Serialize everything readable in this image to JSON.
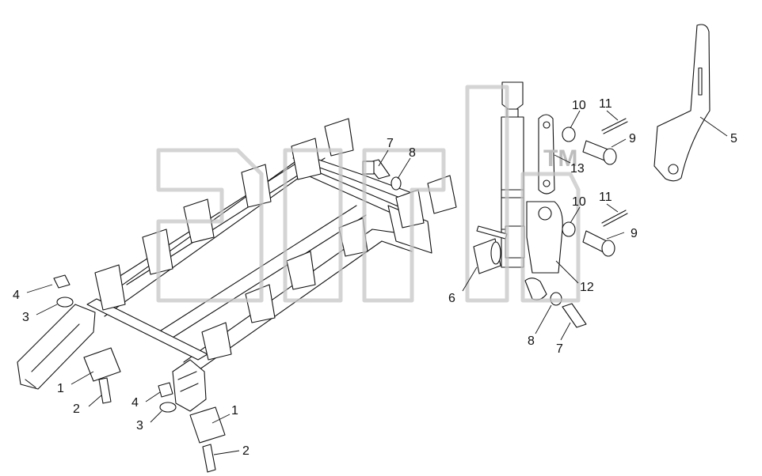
{
  "watermark": {
    "tm": "TM"
  },
  "callouts": [
    {
      "id": "c1a",
      "label": "1"
    },
    {
      "id": "c1b",
      "label": "1"
    },
    {
      "id": "c2a",
      "label": "2"
    },
    {
      "id": "c2b",
      "label": "2"
    },
    {
      "id": "c3a",
      "label": "3"
    },
    {
      "id": "c3b",
      "label": "3"
    },
    {
      "id": "c4a",
      "label": "4"
    },
    {
      "id": "c4b",
      "label": "4"
    },
    {
      "id": "c5",
      "label": "5"
    },
    {
      "id": "c6",
      "label": "6"
    },
    {
      "id": "c7a",
      "label": "7"
    },
    {
      "id": "c7b",
      "label": "7"
    },
    {
      "id": "c8a",
      "label": "8"
    },
    {
      "id": "c8b",
      "label": "8"
    },
    {
      "id": "c9a",
      "label": "9"
    },
    {
      "id": "c9b",
      "label": "9"
    },
    {
      "id": "c10a",
      "label": "10"
    },
    {
      "id": "c10b",
      "label": "10"
    },
    {
      "id": "c11a",
      "label": "11"
    },
    {
      "id": "c11b",
      "label": "11"
    },
    {
      "id": "c12",
      "label": "12"
    },
    {
      "id": "c13",
      "label": "13"
    }
  ]
}
